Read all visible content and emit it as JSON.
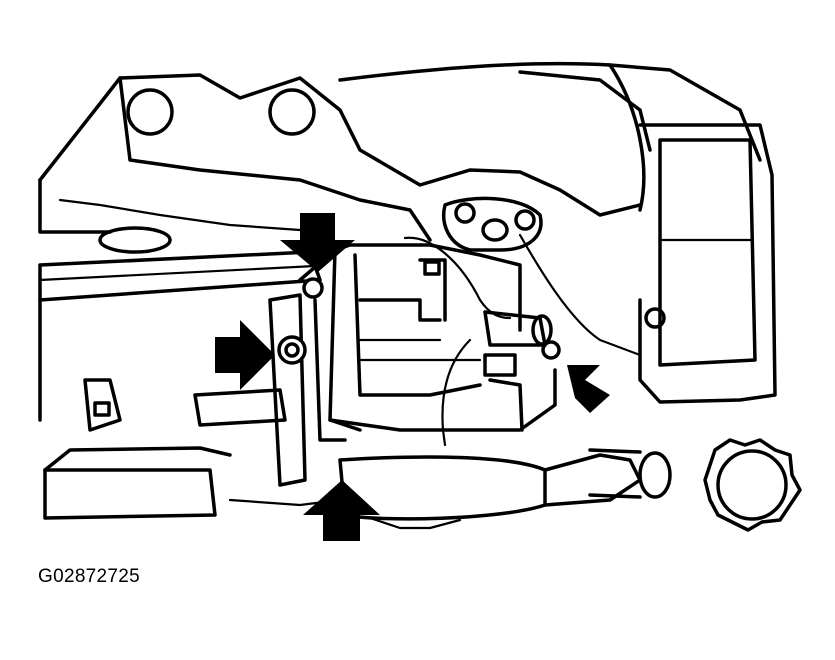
{
  "figure": {
    "id_label": "G02872725"
  },
  "callouts": [
    {
      "id": "top",
      "direction": "down"
    },
    {
      "id": "left",
      "direction": "right"
    },
    {
      "id": "right",
      "direction": "up-left"
    },
    {
      "id": "bottom",
      "direction": "up"
    }
  ],
  "colors": {
    "line": "#000000",
    "background": "#ffffff"
  }
}
